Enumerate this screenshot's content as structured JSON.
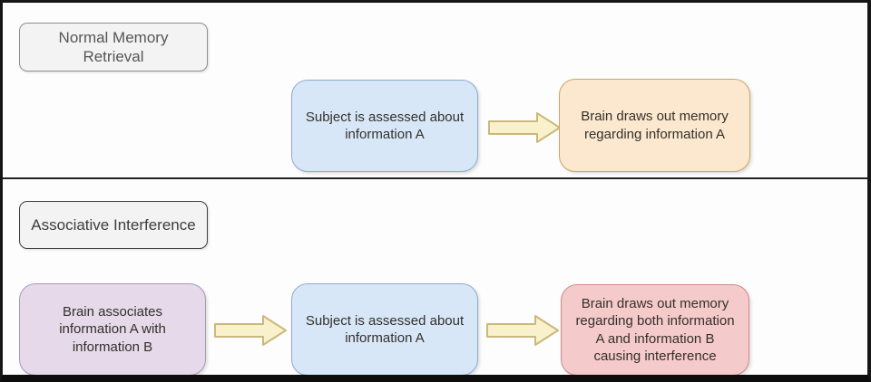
{
  "diagram": {
    "section_normal": {
      "title": "Normal Memory Retrieval",
      "steps": [
        {
          "text": "Subject is assessed about information A"
        },
        {
          "text": "Brain draws out memory regarding information A"
        }
      ]
    },
    "section_associative": {
      "title": "Associative Interference",
      "steps": [
        {
          "text": "Brain associates information A with information B"
        },
        {
          "text": "Subject is assessed about information A"
        },
        {
          "text": "Brain draws out memory regarding both information A and information B causing interference"
        }
      ]
    }
  },
  "icons": {
    "flow_arrow": "right-block-arrow-icon"
  },
  "colors": {
    "frame_border": "#161616",
    "divider": "#242424",
    "canvas_bg": "#fdfdfd",
    "label_fill": "#f3f3f3",
    "label_stroke_normal": "#8f8f8f",
    "label_stroke_associative": "#3f3f3f",
    "blue_fill": "#d7e7f8",
    "blue_stroke": "#8fabce",
    "orange_fill": "#fbe8ce",
    "orange_stroke": "#c9a567",
    "purple_fill": "#e5d9ea",
    "purple_stroke": "#a999b6",
    "red_fill": "#f5caca",
    "red_stroke": "#c98c8c",
    "arrow_fill": "#f8f1cb",
    "arrow_stroke": "#ccb87a",
    "text": "#34302b"
  }
}
